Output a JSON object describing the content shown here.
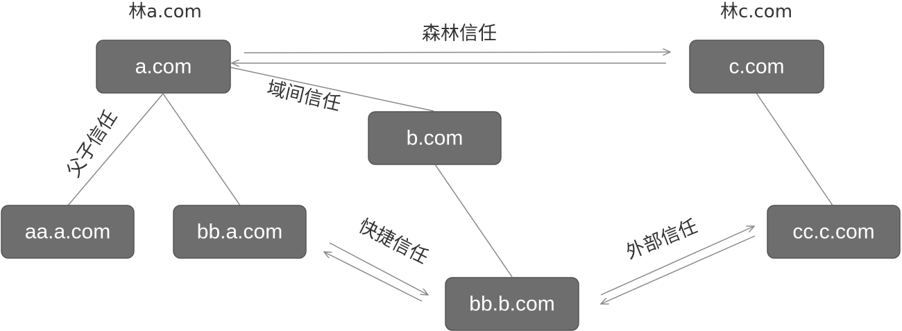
{
  "forests": {
    "forest_a": "林a.com",
    "forest_c": "林c.com"
  },
  "nodes": {
    "a_com": "a.com",
    "b_com": "b.com",
    "c_com": "c.com",
    "aa_a_com": "aa.a.com",
    "bb_a_com": "bb.a.com",
    "bb_b_com": "bb.b.com",
    "cc_c_com": "cc.c.com"
  },
  "trusts": {
    "forest_trust": "森林信任",
    "interdomain_trust": "域间信任",
    "parent_child_trust": "父子信任",
    "shortcut_trust": "快捷信任",
    "external_trust": "外部信任"
  },
  "colors": {
    "node_fill": "#6e6e6e",
    "node_text": "#ffffff",
    "line": "#8a8a8a",
    "label_text": "#333333"
  }
}
